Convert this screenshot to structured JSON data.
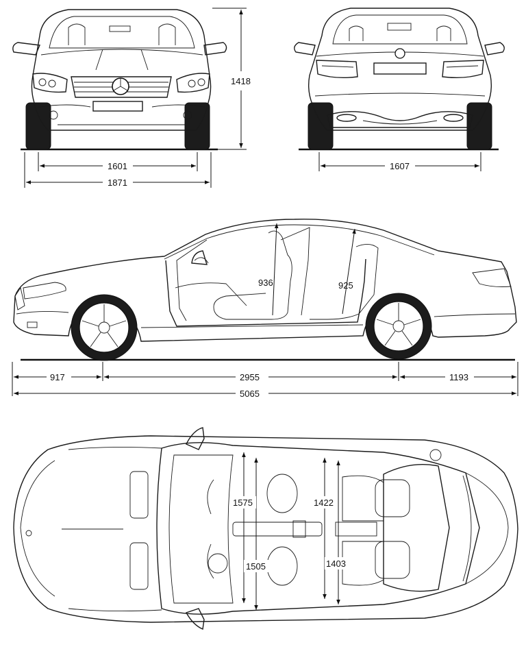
{
  "dimensions": {
    "front_view": {
      "height": "1418",
      "front_track": "1601",
      "overall_width": "1871"
    },
    "rear_view": {
      "rear_track": "1607"
    },
    "side_view": {
      "front_headroom": "936",
      "rear_headroom": "925",
      "front_overhang": "917",
      "wheelbase": "2955",
      "rear_overhang": "1193",
      "overall_length": "5065"
    },
    "top_view": {
      "front_shoulder_room": "1575",
      "rear_shoulder_room": "1422",
      "front_elbow_room": "1505",
      "rear_elbow_room": "1403"
    }
  }
}
